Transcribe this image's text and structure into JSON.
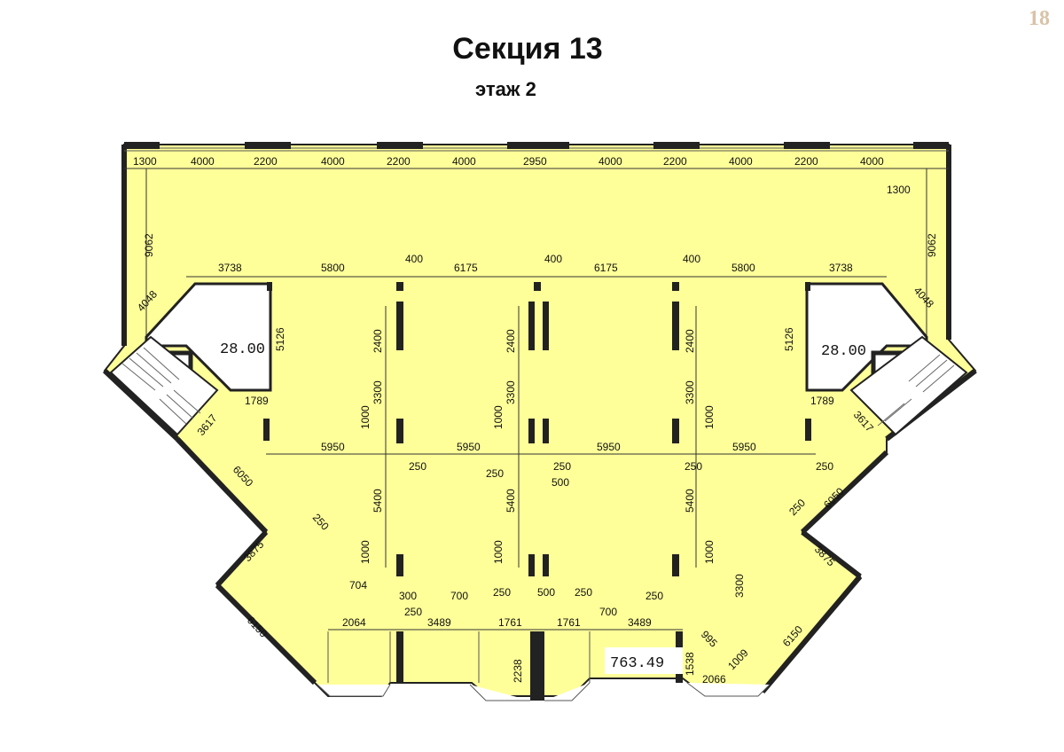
{
  "page_number": "18",
  "title": "Секция 13",
  "subtitle": "этаж 2",
  "room_areas": [
    "28.00",
    "28.00",
    "763.49"
  ],
  "dimensions": {
    "top_row": [
      "1300",
      "4000",
      "2200",
      "4000",
      "2200",
      "4000",
      "2950",
      "4000",
      "2200",
      "4000",
      "2200",
      "4000"
    ],
    "top_right": "1300",
    "side_left": "9062",
    "side_right": "9062",
    "upper_row": [
      "3738",
      "5800",
      "400",
      "6175",
      "400",
      "6175",
      "400",
      "5800",
      "3738"
    ],
    "diag_left_upper": "4048",
    "diag_right_upper": "4048",
    "core_height_left": "5126",
    "core_height_right": "5126",
    "core_width_left": "1789",
    "core_width_right": "1789",
    "diag_left_mid": "3617",
    "diag_right_mid": "3617",
    "col_v_top": [
      "2400",
      "2400",
      "2400"
    ],
    "col_v_mid": [
      "3300",
      "3300",
      "3300"
    ],
    "col_v_low": [
      "5400",
      "5400",
      "5400"
    ],
    "col_small": [
      "1000",
      "1000",
      "1000",
      "1000",
      "1000",
      "1000"
    ],
    "mid_row": [
      "5950",
      "5950",
      "5950",
      "5950"
    ],
    "mid_small": [
      "250",
      "250",
      "250",
      "250",
      "250",
      "500"
    ],
    "left_wing": [
      "6050",
      "250",
      "3875",
      "6150"
    ],
    "right_wing": [
      "6050",
      "250",
      "3875",
      "6150",
      "3300",
      "995",
      "1009"
    ],
    "bottom_upper": [
      "704",
      "300",
      "700",
      "250",
      "500",
      "250",
      "250"
    ],
    "bottom_lower": [
      "2064",
      "250",
      "3489",
      "1761",
      "1761",
      "700",
      "3489"
    ],
    "bottom_misc": [
      "2238",
      "1538",
      "2066"
    ]
  }
}
